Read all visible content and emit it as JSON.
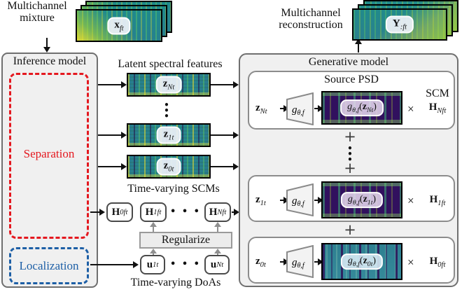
{
  "top": {
    "mixture": {
      "line1": "Multichannel",
      "line2": "mixture"
    },
    "mixture_tensor": {
      "base": "x",
      "sub": "ft"
    },
    "reconstruction": {
      "line1": "Multichannel",
      "line2": "reconstruction"
    },
    "reconstruction_tensor": {
      "base": "Y",
      "sub": ":ft"
    }
  },
  "inference_model": {
    "title": "Inference model",
    "separation": "Separation",
    "localization": "Localization"
  },
  "latent_features": {
    "title": "Latent spectral features",
    "strips": [
      {
        "base": "z",
        "sub": "Nt"
      },
      {
        "base": "z",
        "sub": "1t"
      },
      {
        "base": "z",
        "sub": "0t"
      }
    ]
  },
  "time_varying_scms": {
    "title": "Time-varying SCMs",
    "boxes": [
      {
        "base": "H",
        "sub": "0ft"
      },
      {
        "base": "H",
        "sub": "1ft"
      },
      {
        "base": "H",
        "sub": "Nft"
      }
    ],
    "regularize": "Regularize"
  },
  "time_varying_doas": {
    "title": "Time-varying DoAs",
    "boxes": [
      {
        "base": "u",
        "sub": "1t"
      },
      {
        "base": "u",
        "sub": "Nt"
      }
    ]
  },
  "generative_model": {
    "title": "Generative model",
    "source_psd": "Source PSD",
    "scm": "SCM",
    "rows": [
      {
        "z": {
          "base": "z",
          "sub": "Nt"
        },
        "decoder": {
          "base": "g",
          "sub": "θ,f"
        },
        "psd": {
          "g": "g",
          "gsub": "θ,f",
          "open": "(",
          "argbase": "z",
          "argsub": "Nt",
          "close": ")"
        },
        "h": {
          "base": "H",
          "sub": "Nft"
        }
      },
      {
        "z": {
          "base": "z",
          "sub": "1t"
        },
        "decoder": {
          "base": "g",
          "sub": "θ,f"
        },
        "psd": {
          "g": "g",
          "gsub": "θ,f",
          "open": "(",
          "argbase": "z",
          "argsub": "1t",
          "close": ")"
        },
        "h": {
          "base": "H",
          "sub": "1ft"
        }
      },
      {
        "z": {
          "base": "z",
          "sub": "0t"
        },
        "decoder": {
          "base": "g",
          "sub": "θ,f"
        },
        "psd": {
          "g": "g",
          "gsub": "θ,f",
          "open": "(",
          "argbase": "z",
          "argsub": "0t",
          "close": ")"
        },
        "h": {
          "base": "H",
          "sub": "0ft"
        }
      }
    ]
  },
  "symbols": {
    "plus": "+",
    "times": "×",
    "vdot": "•",
    "hdots": "• • •"
  },
  "colors": {
    "separation_red": "#e4181f",
    "localization_blue": "#1d5fa6",
    "panel_gray": "#f0f0f0",
    "psd_purple": "#31105e",
    "spectrogram_teal": "#26808e",
    "viridis_yellow": "#fde725",
    "viridis_green": "#5ec962"
  }
}
